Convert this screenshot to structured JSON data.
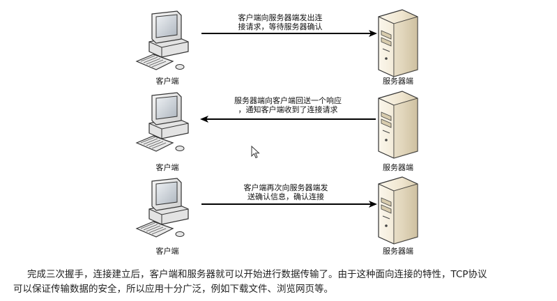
{
  "steps": [
    {
      "client_label": "客户端",
      "server_label": "服务器端",
      "message_line1": "客户端向服务器端发出连",
      "message_line2": "接请求，等待服务器确认",
      "direction": "client-to-server"
    },
    {
      "client_label": "客户端",
      "server_label": "服务器端",
      "message_line1": "服务器端向客户端回送一个响应",
      "message_line2": "，通知客户端收到了连接请求",
      "direction": "server-to-client"
    },
    {
      "client_label": "客户端",
      "server_label": "服务器端",
      "message_line1": "客户端再次向服务器端发",
      "message_line2": "送确认信息，确认连接",
      "direction": "client-to-server"
    }
  ],
  "description": {
    "line1": "完成三次握手，连接建立后，客户端和服务器就可以开始进行数据传输了。由于这种面向连接的特性，TCP协议",
    "line2": "可以保证传输数据的安全，所以应用十分广泛，例如下载文件、浏览网页等。"
  },
  "colors": {
    "monitor_body": "#ececec",
    "screen": "#cfd5db",
    "server_body": "#efe7d4",
    "arrow": "#000000"
  }
}
